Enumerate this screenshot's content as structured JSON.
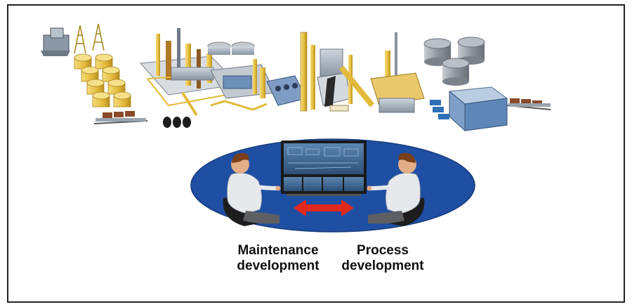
{
  "labels": {
    "left_line1": "Maintenance",
    "left_line2": "development",
    "right_line1": "Process",
    "right_line2": "development"
  },
  "colors": {
    "ellipse": "#1f4fa3",
    "arrow": "#e0281c",
    "tank_gold": "#e8c040",
    "silo_gray": "#9aa0a8",
    "building_blue": "#5f86b8"
  }
}
